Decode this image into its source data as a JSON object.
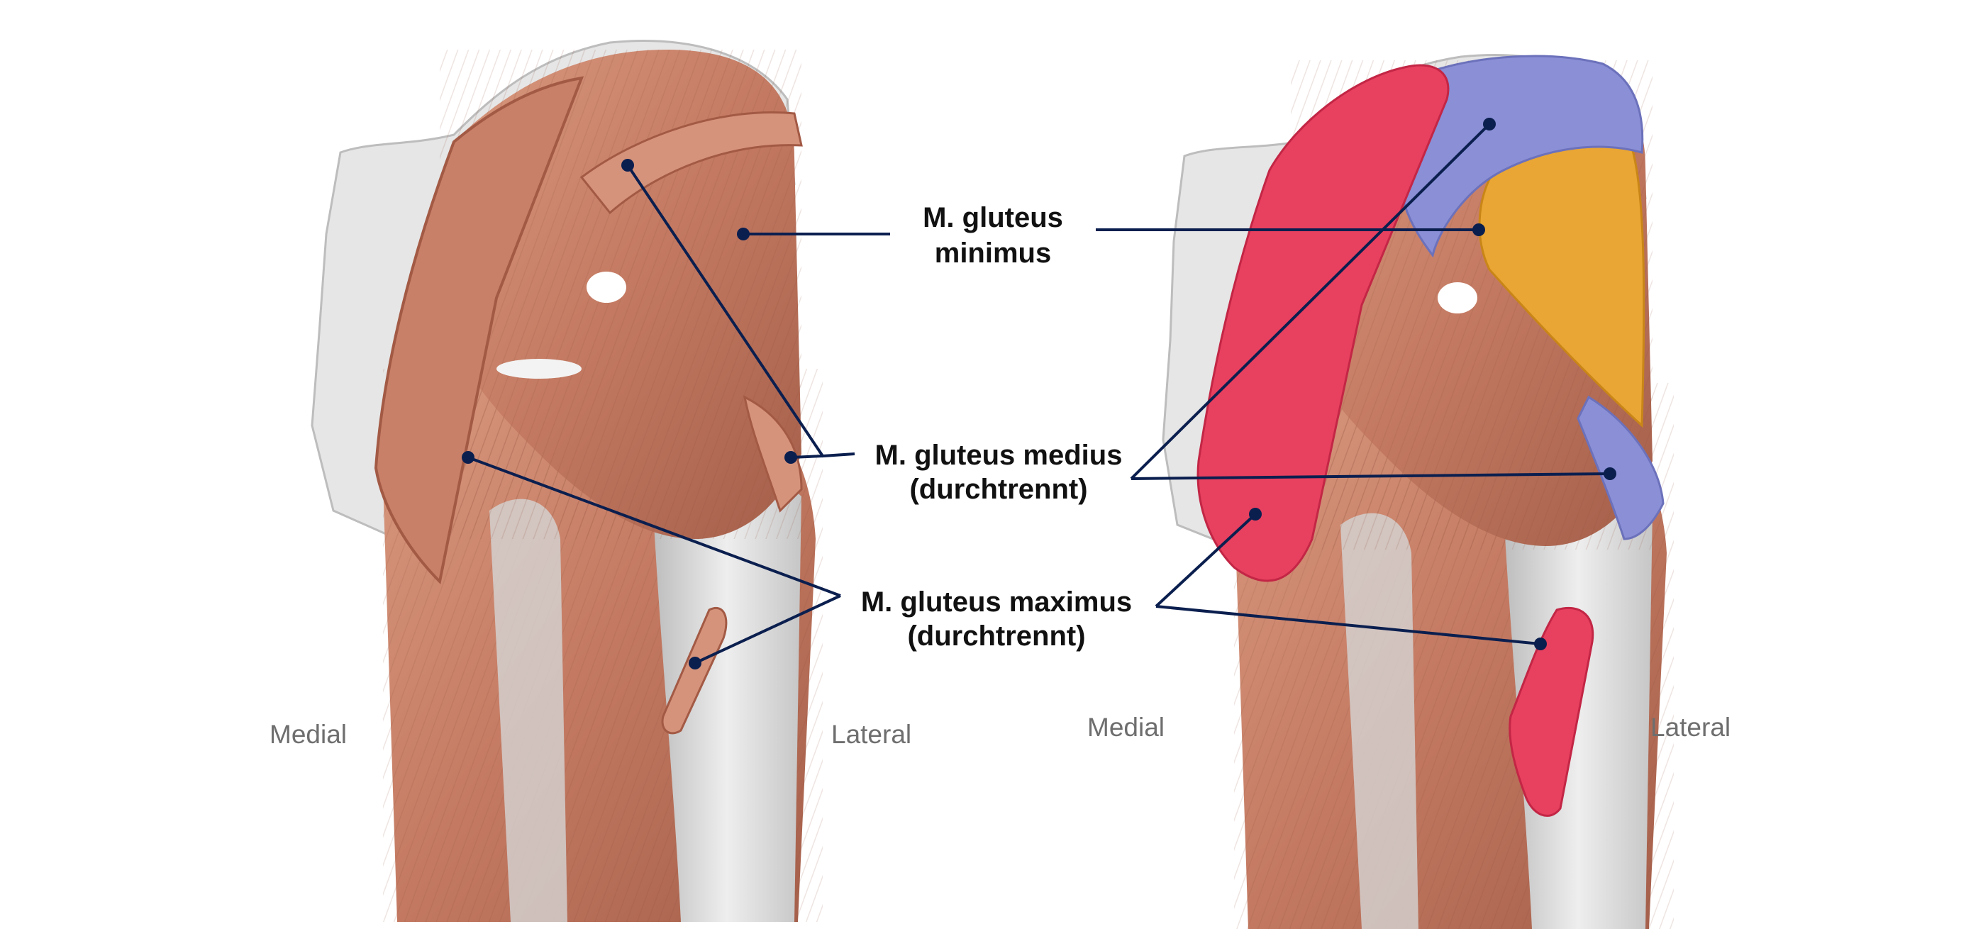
{
  "labels": {
    "minimus": {
      "line1": "M. gluteus",
      "line2": "minimus"
    },
    "medius": {
      "line1": "M. gluteus medius",
      "line2": "(durchtrennt)"
    },
    "maximus": {
      "line1": "M. gluteus maximus",
      "line2": "(durchtrennt)"
    }
  },
  "left_panel": {
    "medial": "Medial",
    "lateral": "Lateral"
  },
  "right_panel": {
    "medial": "Medial",
    "lateral": "Lateral"
  },
  "colors": {
    "muscle": "#c8826a",
    "muscle_dark": "#9e5b47",
    "tendon": "#d9d9d9",
    "bone": "#ececec",
    "highlight_maximus": "#e8405f",
    "highlight_medius": "#8a8fd6",
    "highlight_minimus": "#e9a634",
    "leader": "#0b1f4f"
  },
  "icons": {
    "leader_dot": "dot-marker"
  }
}
